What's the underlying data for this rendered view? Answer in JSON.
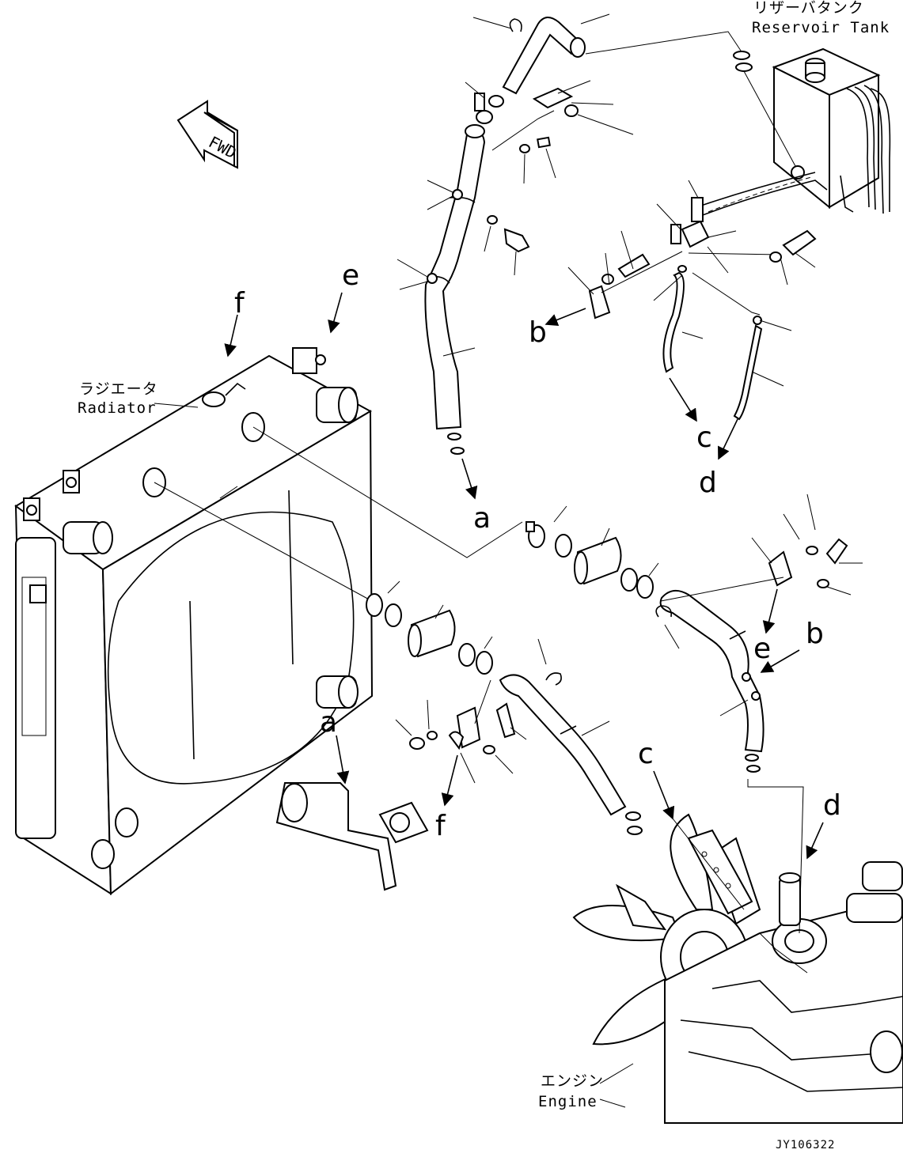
{
  "labels": {
    "reservoir_tank_jp": "リザーバタンク",
    "reservoir_tank_en": "Reservoir Tank",
    "radiator_jp": "ラジエータ",
    "radiator_en": "Radiator",
    "engine_jp": "エンジン",
    "engine_en": "Engine",
    "fwd": "FWD",
    "drawing_code": "JY106322"
  },
  "connection_letters": {
    "a_top": "a",
    "a_bottom": "a",
    "b_left": "b",
    "b_right": "b",
    "c_top": "c",
    "c_bottom": "c",
    "d_top": "d",
    "d_bottom": "d",
    "e_top": "e",
    "e_right": "e",
    "f_top": "f",
    "f_bottom": "f"
  }
}
